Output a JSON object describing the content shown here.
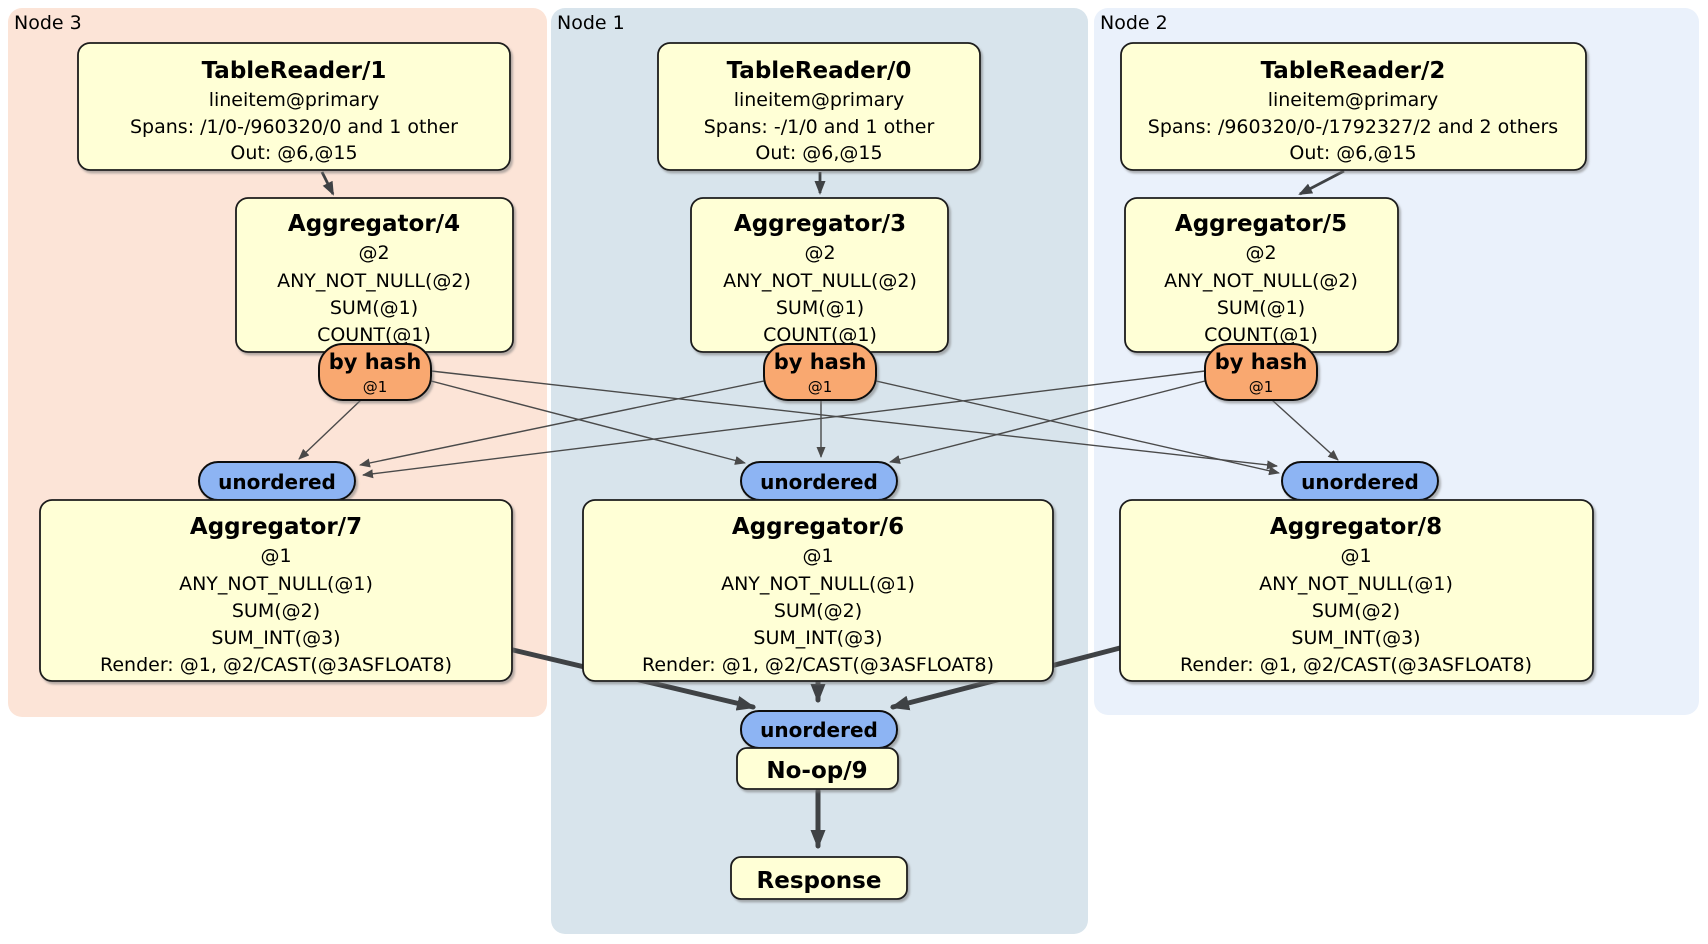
{
  "regions": [
    {
      "label": "Node 3"
    },
    {
      "label": "Node 1"
    },
    {
      "label": "Node 2"
    }
  ],
  "nodes": {
    "tablereader1": {
      "title": "TableReader/1",
      "lines": [
        "lineitem@primary",
        "Spans: /1/0-/960320/0 and 1 other",
        "Out: @6,@15"
      ]
    },
    "tablereader0": {
      "title": "TableReader/0",
      "lines": [
        "lineitem@primary",
        "Spans: -/1/0 and 1 other",
        "Out: @6,@15"
      ]
    },
    "tablereader2": {
      "title": "TableReader/2",
      "lines": [
        "lineitem@primary",
        "Spans: /960320/0-/1792327/2 and 2 others",
        "Out: @6,@15"
      ]
    },
    "aggregator4": {
      "title": "Aggregator/4",
      "lines": [
        "@2",
        "ANY_NOT_NULL(@2)",
        "SUM(@1)",
        "COUNT(@1)"
      ]
    },
    "aggregator3": {
      "title": "Aggregator/3",
      "lines": [
        "@2",
        "ANY_NOT_NULL(@2)",
        "SUM(@1)",
        "COUNT(@1)"
      ]
    },
    "aggregator5": {
      "title": "Aggregator/5",
      "lines": [
        "@2",
        "ANY_NOT_NULL(@2)",
        "SUM(@1)",
        "COUNT(@1)"
      ]
    },
    "aggregator7": {
      "title": "Aggregator/7",
      "lines": [
        "@1",
        "ANY_NOT_NULL(@1)",
        "SUM(@2)",
        "SUM_INT(@3)",
        "Render: @1, @2/CAST(@3ASFLOAT8)"
      ]
    },
    "aggregator6": {
      "title": "Aggregator/6",
      "lines": [
        "@1",
        "ANY_NOT_NULL(@1)",
        "SUM(@2)",
        "SUM_INT(@3)",
        "Render: @1, @2/CAST(@3ASFLOAT8)"
      ]
    },
    "aggregator8": {
      "title": "Aggregator/8",
      "lines": [
        "@1",
        "ANY_NOT_NULL(@1)",
        "SUM(@2)",
        "SUM_INT(@3)",
        "Render: @1, @2/CAST(@3ASFLOAT8)"
      ]
    },
    "noop9": {
      "title": "No-op/9"
    },
    "response": {
      "title": "Response"
    }
  },
  "routers": {
    "by_hash": {
      "label": "by hash",
      "tag": "@1"
    },
    "unordered": {
      "label": "unordered"
    }
  },
  "colors": {
    "node3_bg": "#fce4d7",
    "node1_bg": "#d8e4ec",
    "node2_bg": "#eaf1fb",
    "processor_fill": "#ffffd6",
    "router_fill": "#f9a870",
    "sync_fill": "#8db4f3",
    "edge_thin": "#4a4a4a",
    "edge_thick": "#3f4245"
  }
}
